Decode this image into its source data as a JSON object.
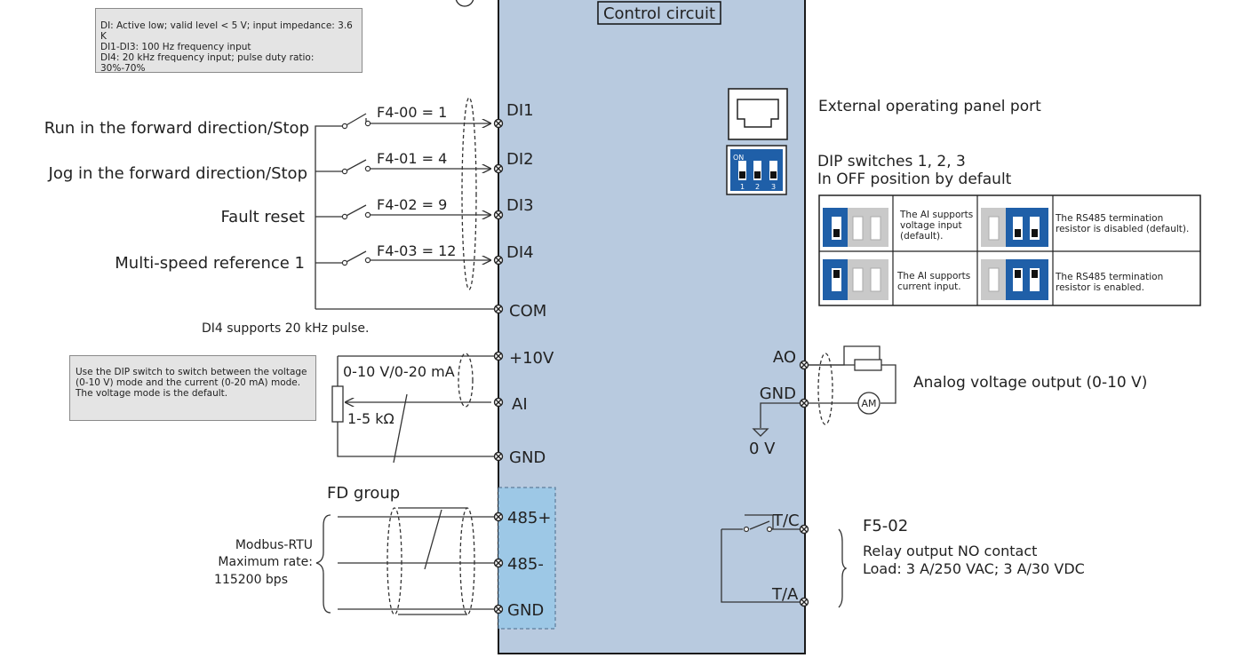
{
  "title": "Control circuit",
  "notes": {
    "di_spec": [
      "DI: Active low; valid level < 5 V; input impedance: 3.6 K",
      "DI1-DI3: 100 Hz frequency input",
      "DI4: 20 kHz frequency input; pulse duty ratio: 30%-70%"
    ],
    "dip_switch": "Use the DIP switch to switch between the voltage (0-10 V) mode and the current (0-20 mA) mode. The voltage mode is the default."
  },
  "inputs": [
    {
      "function": "Run in the forward direction/Stop",
      "param": "F4-00 = 1",
      "terminal": "DI1"
    },
    {
      "function": "Jog in the forward direction/Stop",
      "param": "F4-01 = 4",
      "terminal": "DI2"
    },
    {
      "function": "Fault reset",
      "param": "F4-02 = 9",
      "terminal": "DI3"
    },
    {
      "function": "Multi-speed reference 1",
      "param": "F4-03 = 12",
      "terminal": "DI4"
    }
  ],
  "com_terminal": "COM",
  "di4_note": "DI4 supports 20 kHz pulse.",
  "analog_in": {
    "t_10v": "+10V",
    "t_ai": "AI",
    "t_gnd": "GND",
    "range": "0-10 V/0-20 mA",
    "pot": "1-5 kΩ"
  },
  "comm": {
    "group": "FD group",
    "t_plus": "485+",
    "t_minus": "485-",
    "t_gnd": "GND",
    "desc": [
      "Modbus-RTU",
      "Maximum rate:",
      "115200 bps"
    ]
  },
  "right": {
    "panel_port": "External operating panel port",
    "dip_title": [
      "DIP switches 1, 2, 3",
      "In OFF position by default"
    ],
    "dip_on": "ON",
    "dip_nums": [
      "1",
      "2",
      "3"
    ],
    "dip_table": [
      [
        "The AI supports voltage input (default).",
        "The RS485 termination resistor is disabled (default)."
      ],
      [
        "The AI supports current input.",
        "The RS485 termination resistor is enabled."
      ]
    ],
    "ao": "AO",
    "ao_gnd": "GND",
    "zero_v": "0 V",
    "am": "AM",
    "ao_desc": "Analog voltage output (0-10 V)",
    "tc": "T/C",
    "ta": "T/A",
    "relay": [
      "F5-02",
      "Relay output NO contact",
      "Load: 3 A/250 VAC; 3 A/30 VDC"
    ]
  },
  "colors": {
    "board": "#b8cadf",
    "comm_box": "#9dc8e6",
    "dip_blue": "#1f5fa8",
    "dip_gray": "#c9c9c9"
  }
}
